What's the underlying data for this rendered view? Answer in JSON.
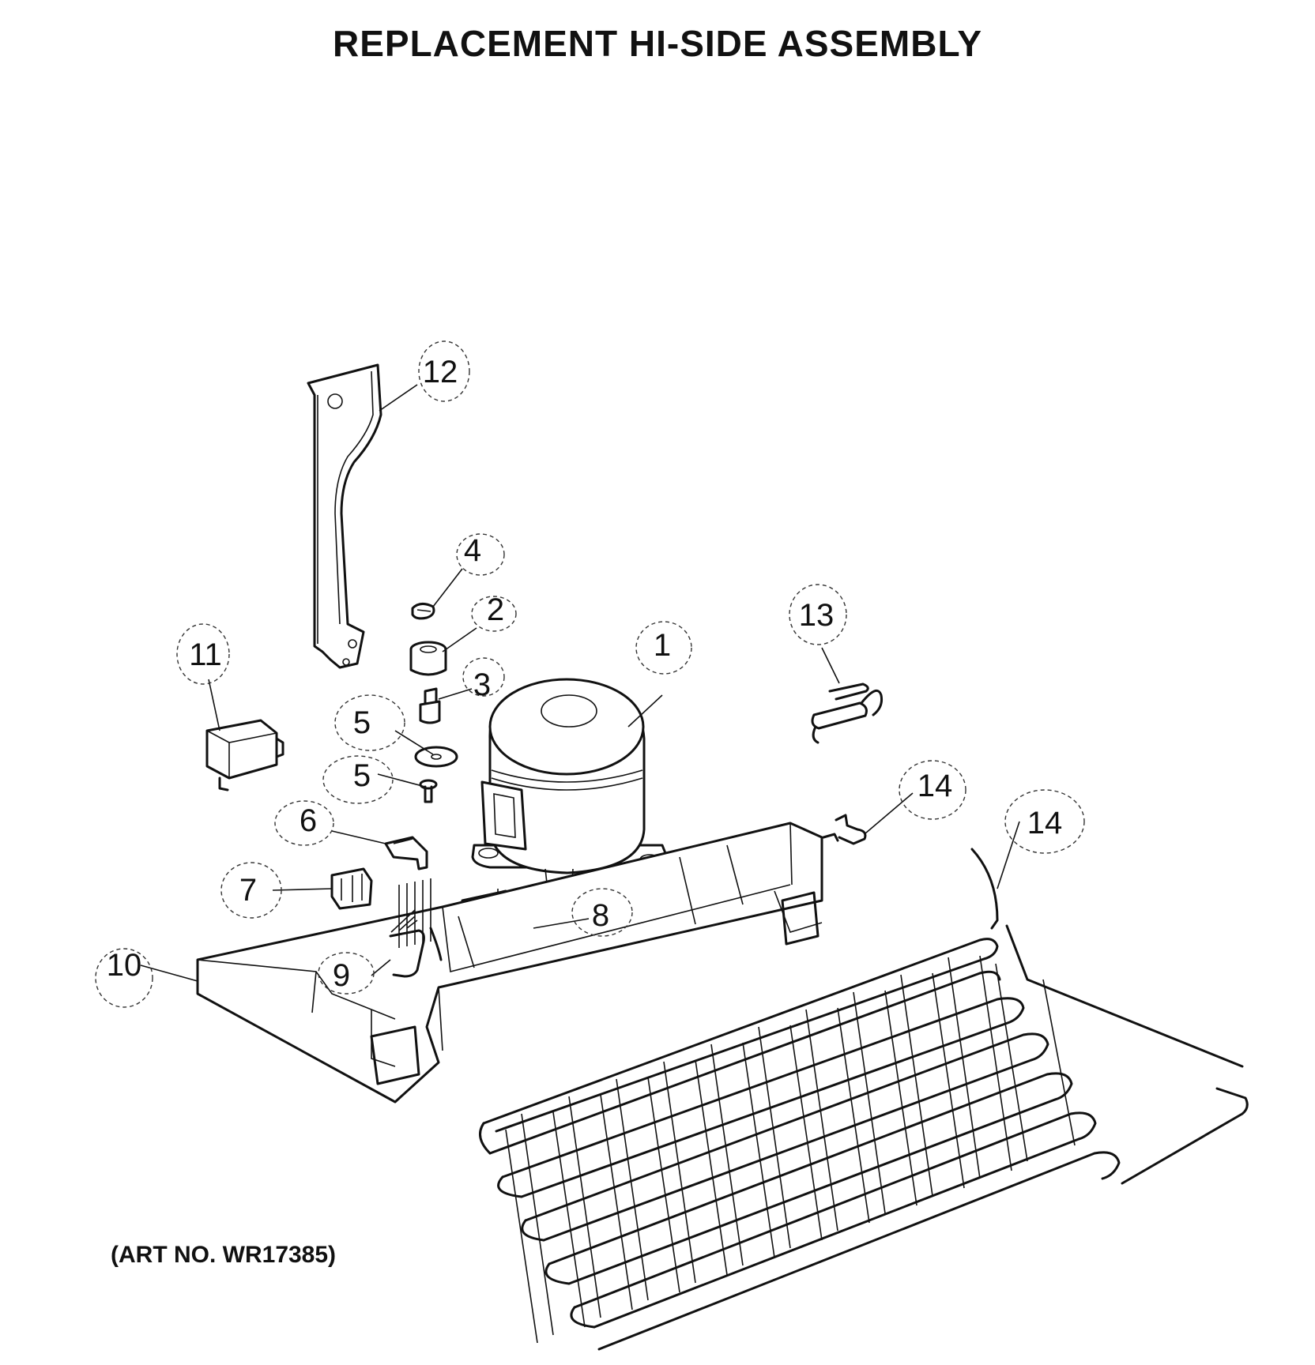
{
  "title": "REPLACEMENT HI-SIDE ASSEMBLY",
  "art_number": "(ART NO. WR17385)",
  "callouts": {
    "c1": "1",
    "c2": "2",
    "c3": "3",
    "c4": "4",
    "c5a": "5",
    "c5b": "5",
    "c6": "6",
    "c7": "7",
    "c8": "8",
    "c9": "9",
    "c10": "10",
    "c11": "11",
    "c12": "12",
    "c13": "13",
    "c14a": "14",
    "c14b": "14"
  }
}
